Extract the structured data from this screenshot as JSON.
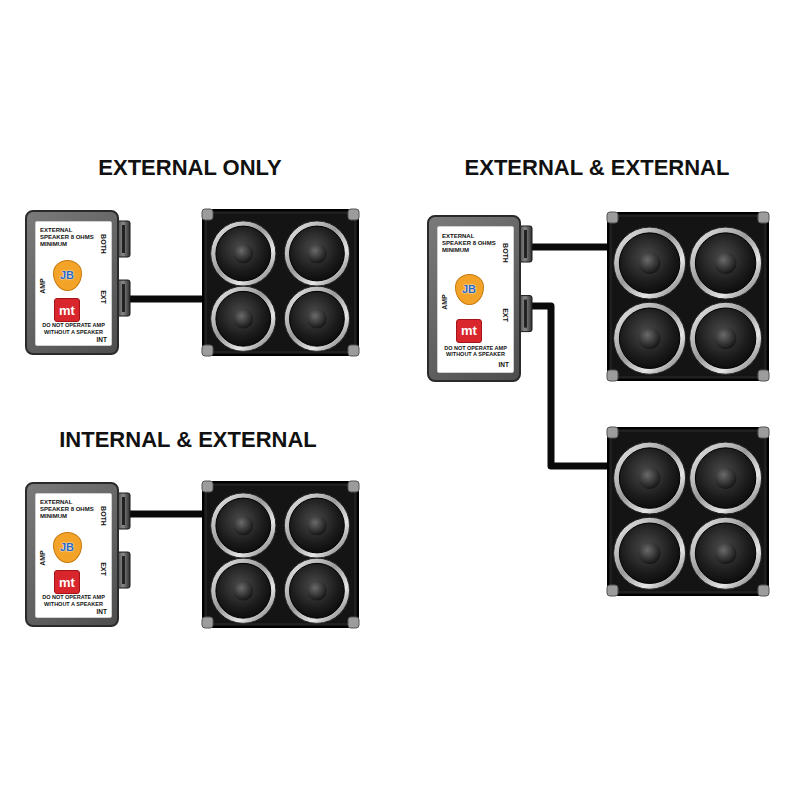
{
  "diagram": {
    "nodes": [
      {
        "text": [
          "EXTERNAL SPEAKER 8 OHMS MINIMUM",
          "BOTH",
          "AMP",
          "JB",
          "EXT",
          "mt",
          "DO NOT OPERATE AMP WITHOUT A SPEAKER",
          "INT"
        ]
      },
      {
        "text": [
          "EXTERNAL SPEAKER 8 OHMS MINIMUM",
          "BOTH",
          "AMP",
          "JB",
          "EXT",
          "mt",
          "DO NOT OPERATE AMP WITHOUT A SPEAKER",
          "INT"
        ]
      },
      {
        "text": [
          "EXTERNAL SPEAKER 8 OHMS MINIMUM",
          "BOTH",
          "AMP",
          "JB",
          "EXT",
          "mt",
          "DO NOT OPERATE AMP WITHOUT A SPEAKER",
          "INT"
        ]
      }
    ],
    "labels": [
      "EXTERNAL ONLY",
      "EXTERNAL & EXTERNAL",
      "INTERNAL & EXTERNAL"
    ]
  }
}
